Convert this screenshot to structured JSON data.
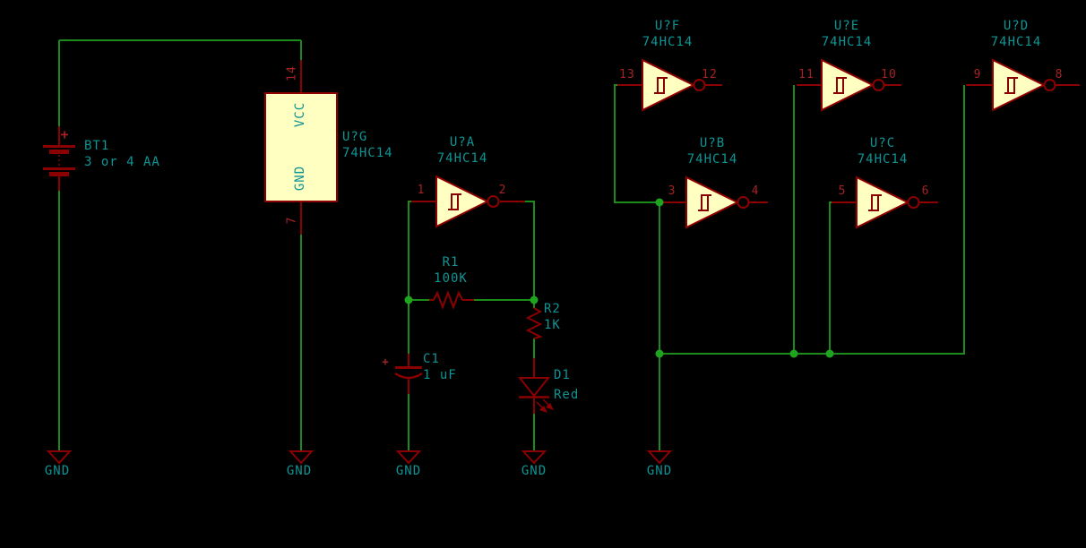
{
  "colors": {
    "background": "#000000",
    "wire_green": "#1B8C1B",
    "junction_green": "#1FA41F",
    "symbol_red": "#8B0000",
    "pin_number_red": "#A52222",
    "label_teal": "#0E9494",
    "body_fill_yellow": "#FFFFC2"
  },
  "battery": {
    "ref": "BT1",
    "value": "3 or 4 AA",
    "plus": "+"
  },
  "power_unit": {
    "ref": "U?G",
    "value": "74HC14",
    "vcc_pin_name": "VCC",
    "vcc_pin_number": "14",
    "gnd_pin_name": "GND",
    "gnd_pin_number": "7"
  },
  "gates": [
    {
      "ref": "U?A",
      "value": "74HC14",
      "pin_in": "1",
      "pin_out": "2"
    },
    {
      "ref": "U?F",
      "value": "74HC14",
      "pin_in": "13",
      "pin_out": "12"
    },
    {
      "ref": "U?E",
      "value": "74HC14",
      "pin_in": "11",
      "pin_out": "10"
    },
    {
      "ref": "U?D",
      "value": "74HC14",
      "pin_in": "9",
      "pin_out": "8"
    },
    {
      "ref": "U?B",
      "value": "74HC14",
      "pin_in": "3",
      "pin_out": "4"
    },
    {
      "ref": "U?C",
      "value": "74HC14",
      "pin_in": "5",
      "pin_out": "6"
    }
  ],
  "resistors": [
    {
      "ref": "R1",
      "value": "100K"
    },
    {
      "ref": "R2",
      "value": "1K"
    }
  ],
  "capacitor": {
    "ref": "C1",
    "value": "1 uF",
    "plus": "+"
  },
  "led": {
    "ref": "D1",
    "value": "Red"
  },
  "grounds": [
    "GND",
    "GND",
    "GND",
    "GND",
    "GND"
  ]
}
